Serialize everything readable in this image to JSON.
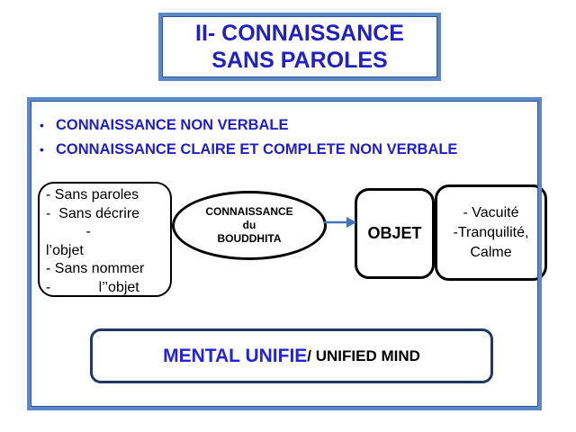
{
  "slide": {
    "title": {
      "line1": "II- CONNAISSANCE",
      "line2": "SANS PAROLES"
    },
    "bullets": [
      "CONNAISSANCE NON VERBALE",
      "CONNAISSANCE CLAIRE ET COMPLETE NON VERBALE"
    ],
    "bullet_glyph": "•",
    "left_box": {
      "lines": [
        "- Sans paroles",
        "-  Sans décrire",
        "          -",
        "l’objet",
        "- Sans nommer",
        "-            l’’objet"
      ]
    },
    "ellipse": {
      "line1": "CONNAISSANCE",
      "line2": "du",
      "line3": "BOUDDHITA"
    },
    "object_box": {
      "label": "OBJET"
    },
    "right_box": {
      "lines": [
        "- Vacuité",
        "-Tranquilité,",
        "Calme"
      ]
    },
    "bottom_box": {
      "primary": "MENTAL UNIFIE",
      "secondary": "/ UNIFIED MIND"
    },
    "colors": {
      "box_border_blue": "#5b88c7",
      "box_border_inner": "#2f5597",
      "title_text_blue": "#2121c1",
      "bullet_text_blue": "#1f1fc8",
      "arrow_blue": "#4473bd",
      "mental_text_blue": "#2323dc",
      "mental_border_navy": "#1f3864",
      "shape_border_black": "#000000"
    }
  }
}
